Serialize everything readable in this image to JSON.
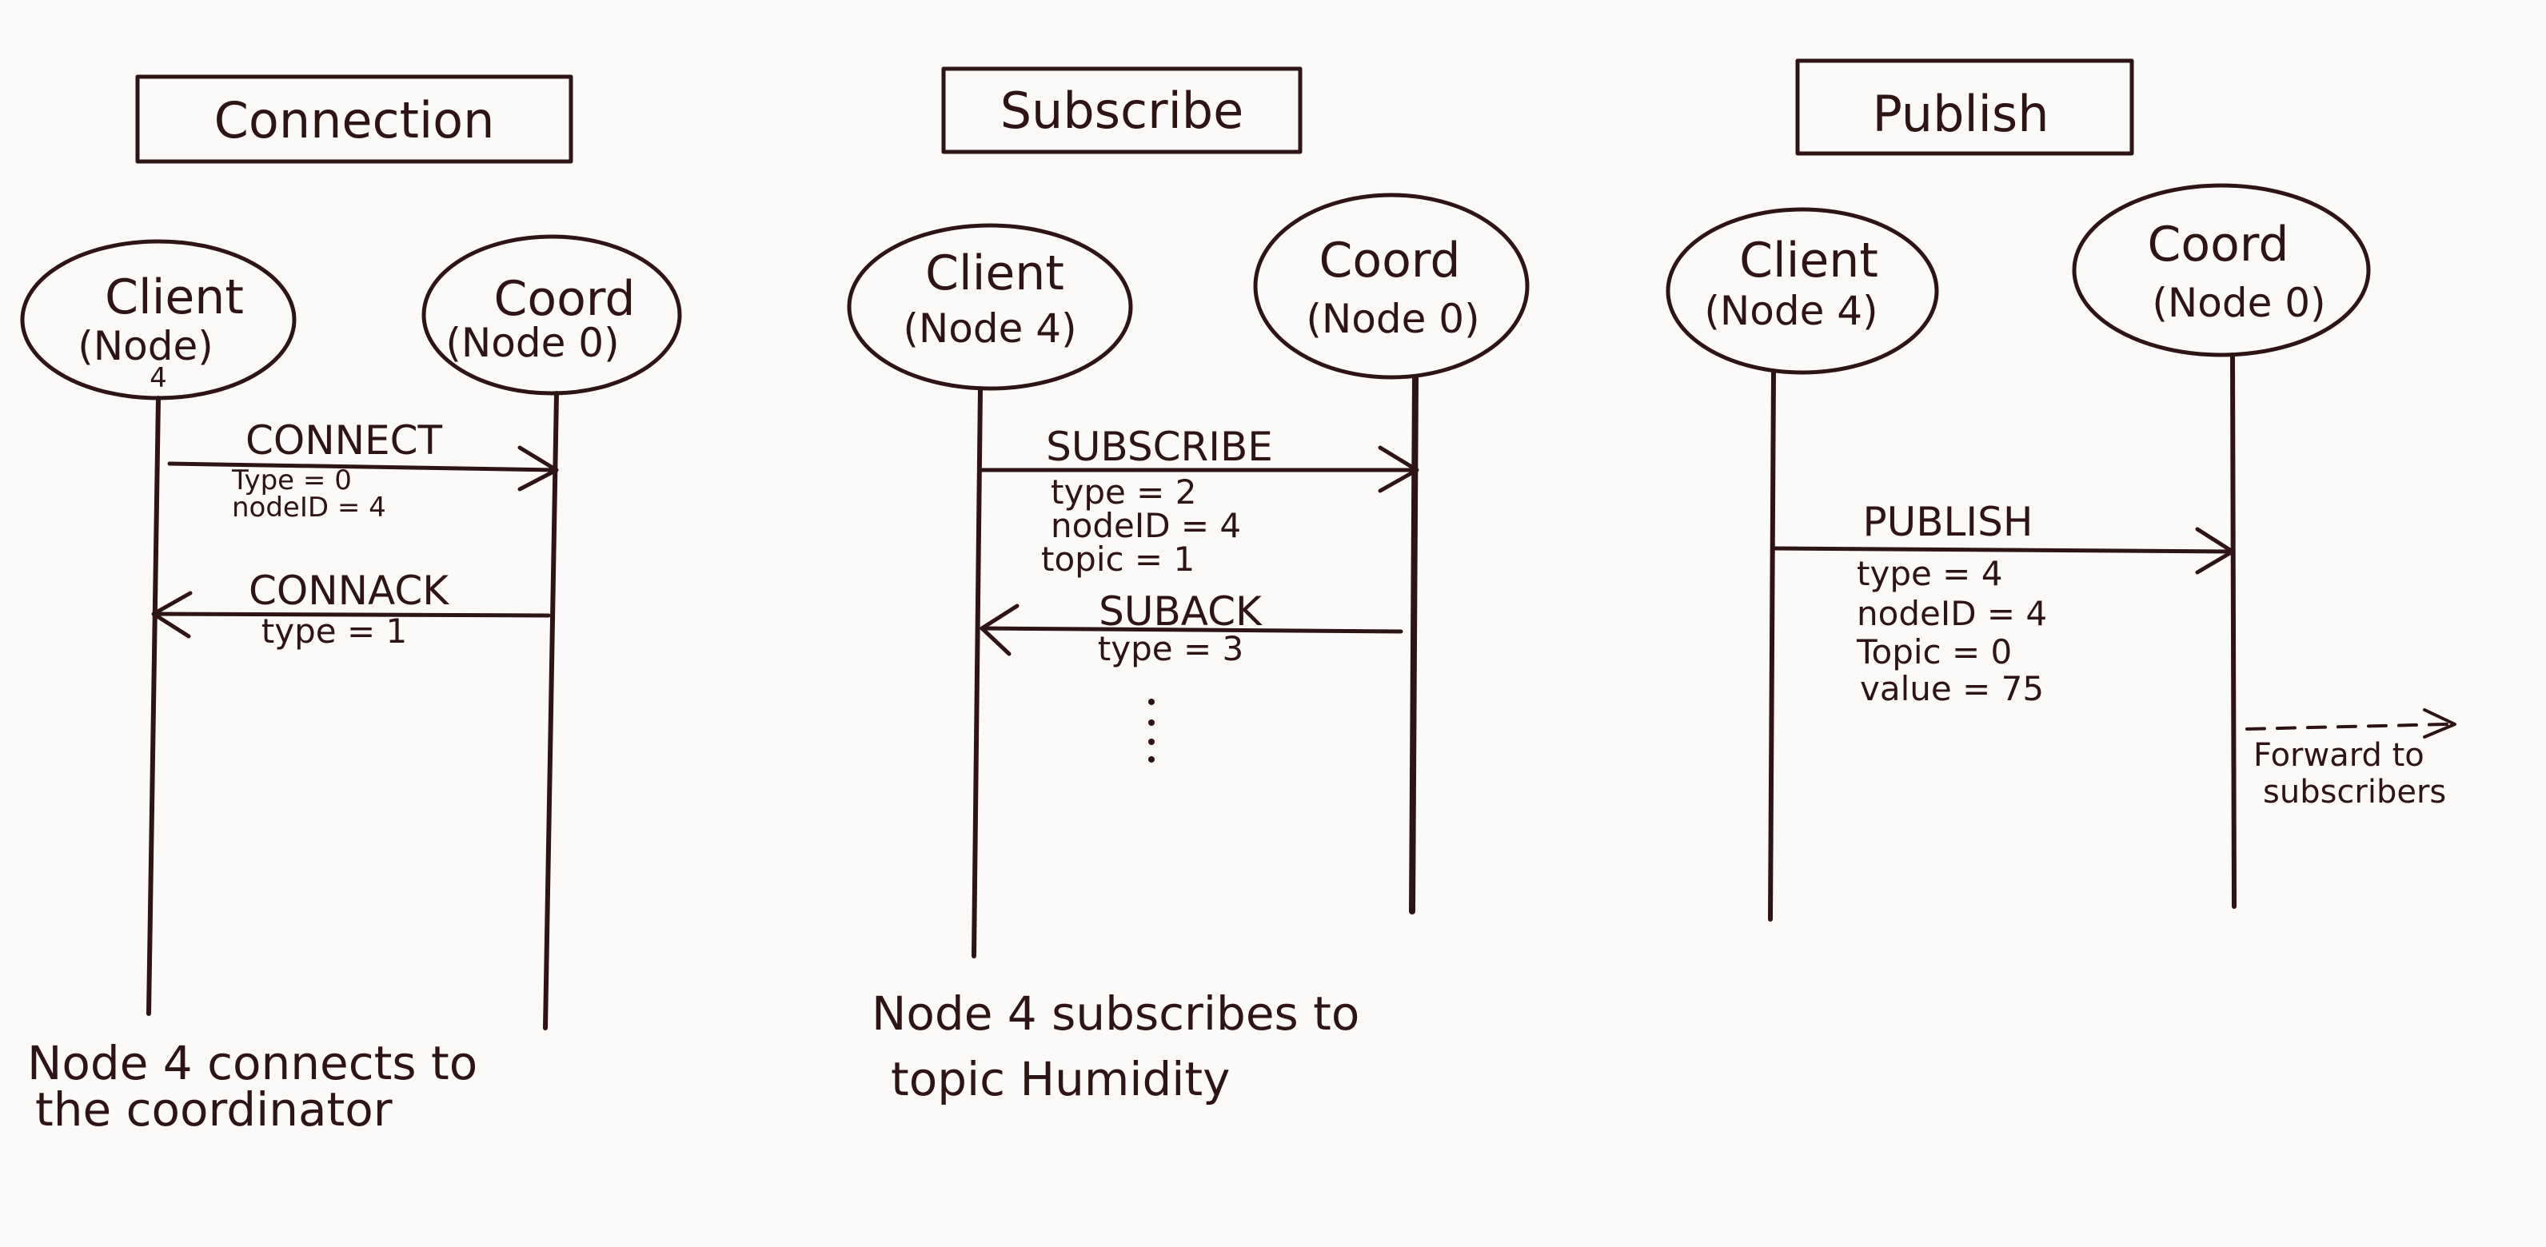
{
  "diagrams": [
    {
      "title": "Connection",
      "client": {
        "name": "Client",
        "sub": "(Node)",
        "extra": "4"
      },
      "coord": {
        "name": "Coord",
        "sub": "(Node 0)"
      },
      "messages": [
        {
          "label": "CONNECT",
          "fields": [
            "Type = 0",
            "nodeID = 4"
          ]
        },
        {
          "label": "CONNACK",
          "fields": [
            "type = 1"
          ]
        }
      ],
      "caption": [
        "Node 4 connects to",
        "the coordinator"
      ]
    },
    {
      "title": "Subscribe",
      "client": {
        "name": "Client",
        "sub": "(Node 4)"
      },
      "coord": {
        "name": "Coord",
        "sub": "(Node 0)"
      },
      "messages": [
        {
          "label": "SUBSCRIBE",
          "fields": [
            "type = 2",
            "nodeID = 4",
            "topic = 1"
          ]
        },
        {
          "label": "SUBACK",
          "fields": [
            "type = 3"
          ]
        }
      ],
      "caption": [
        "Node 4 subscribes to",
        "topic Humidity"
      ]
    },
    {
      "title": "Publish",
      "client": {
        "name": "Client",
        "sub": "(Node 4)"
      },
      "coord": {
        "name": "Coord",
        "sub": "(Node 0)"
      },
      "messages": [
        {
          "label": "PUBLISH",
          "fields": [
            "type = 4",
            "nodeID = 4",
            "Topic = 0",
            "value = 75"
          ]
        }
      ],
      "forward_note": [
        "Forward to",
        "subscribers"
      ]
    }
  ]
}
